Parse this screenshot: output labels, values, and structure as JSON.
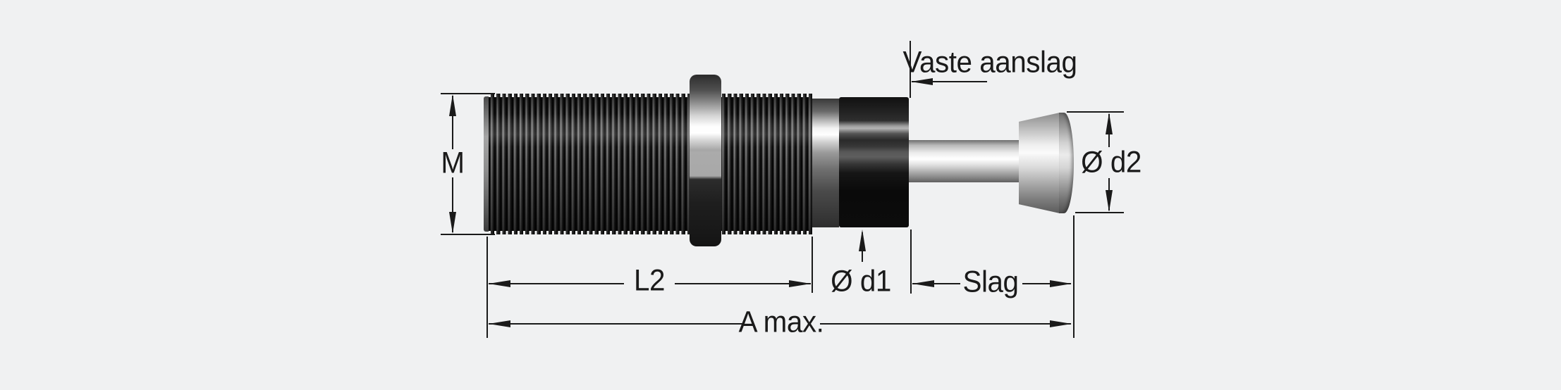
{
  "diagram": {
    "description": "Technical dimension drawing of a threaded shock absorber / industrial damper",
    "labels": {
      "thread": "M",
      "body_length": "L2",
      "body_diameter": "Ø d1",
      "stroke": "Slag",
      "overall_length": "A max.",
      "cap_diameter": "Ø d2",
      "fixed_stop": "Vaste aanslag"
    },
    "colors": {
      "background": "#f0f1f2",
      "line": "#1a1a1a"
    }
  }
}
